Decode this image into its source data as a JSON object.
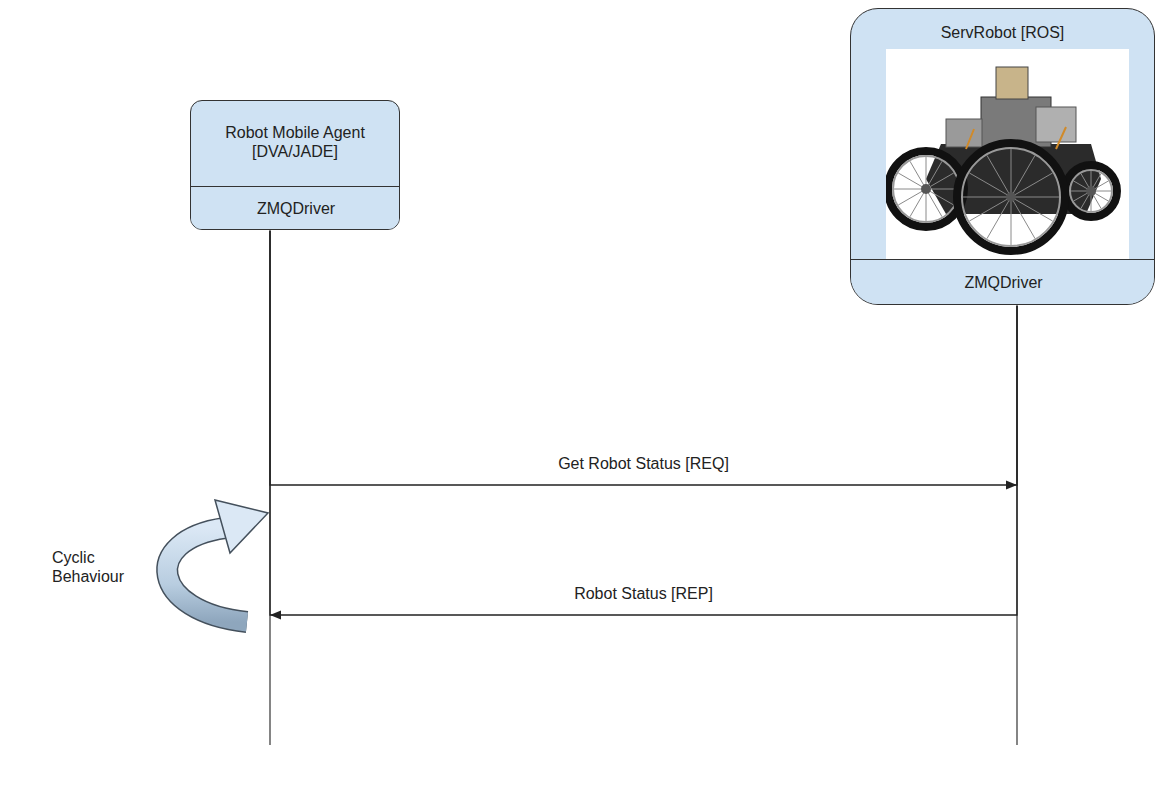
{
  "diagram": {
    "nodes": [
      {
        "text": [
          "Robot Mobile Agent [DVA/JADE]"
        ]
      },
      {
        "text": [
          "ZMQDriver"
        ],
        "in": 0
      },
      {
        "text": [
          "ServRobot [ROS]"
        ]
      },
      {
        "text": [
          "ZMQDriver"
        ],
        "in": 2
      }
    ],
    "edges": [
      {
        "from": 1,
        "to": 3,
        "arrow": "to",
        "label": "Get Robot Status [REQ]"
      },
      {
        "from": 3,
        "to": 1,
        "arrow": "to",
        "label": "Robot Status [REP]"
      }
    ],
    "labels": [
      "Cyclic Behaviour"
    ]
  }
}
